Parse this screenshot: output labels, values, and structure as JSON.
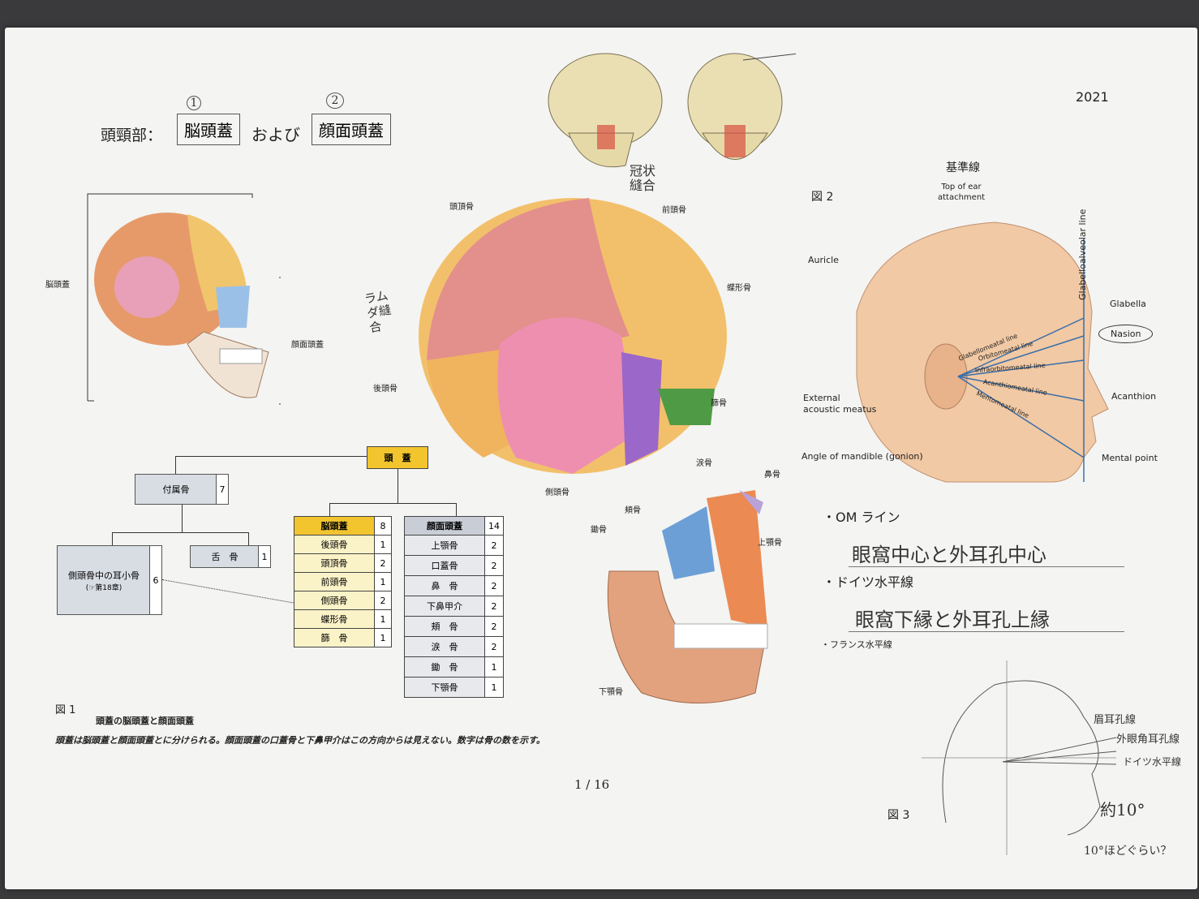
{
  "header": {
    "prefix": "頭頸部：",
    "box1": "脳頭蓋",
    "join": "および",
    "box2": "顔面頭蓋",
    "circle1": "1",
    "circle2": "2",
    "year": "2021"
  },
  "fig1": {
    "label_neuro": "脳頭蓋",
    "label_facial": "顔面頭蓋",
    "bones": {
      "parietal": "頭頂骨",
      "frontal": "前頭骨",
      "sphenoid": "蝶形骨",
      "occipital": "後頭骨",
      "ethmoid": "篩骨",
      "temporal": "側頭骨",
      "lacrimal": "涙骨",
      "nasal": "鼻骨",
      "zygomatic": "頬骨",
      "maxilla": "上顎骨",
      "mandible": "下顎骨",
      "hyoid_label": "鋤骨"
    },
    "hand_notes": {
      "coronal": "冠状縫合",
      "lambdoid": "ラムダ縫合"
    },
    "caption_num": "図 1",
    "caption_title": "頭蓋の脳頭蓋と顔面頭蓋",
    "caption_text": "頭蓋は脳頭蓋と顔面頭蓋とに分けられる。顔面頭蓋の口蓋骨と下鼻甲介はこの方向からは見えない。数字は骨の数を示す。"
  },
  "tree": {
    "root": "頭　蓋",
    "accessory": {
      "label": "付属骨",
      "count": "7"
    },
    "ossicles": {
      "label": "側頭骨中の耳小骨",
      "sub": "(☞第18章)",
      "count": "6"
    },
    "hyoid": {
      "label": "舌　骨",
      "count": "1"
    },
    "neuro": {
      "header": "脳頭蓋",
      "count": "8",
      "rows": [
        {
          "name": "後頭骨",
          "n": "1"
        },
        {
          "name": "頭頂骨",
          "n": "2"
        },
        {
          "name": "前頭骨",
          "n": "1"
        },
        {
          "name": "側頭骨",
          "n": "2"
        },
        {
          "name": "蝶形骨",
          "n": "1"
        },
        {
          "name": "篩　骨",
          "n": "1"
        }
      ]
    },
    "facial": {
      "header": "顔面頭蓋",
      "count": "14",
      "rows": [
        {
          "name": "上顎骨",
          "n": "2"
        },
        {
          "name": "口蓋骨",
          "n": "2"
        },
        {
          "name": "鼻　骨",
          "n": "2"
        },
        {
          "name": "下鼻甲介",
          "n": "2"
        },
        {
          "name": "頬　骨",
          "n": "2"
        },
        {
          "name": "涙　骨",
          "n": "2"
        },
        {
          "name": "鋤　骨",
          "n": "1"
        },
        {
          "name": "下顎骨",
          "n": "1"
        }
      ]
    }
  },
  "fig2": {
    "num": "図 2",
    "title": "基準線",
    "labels": {
      "top_ear": "Top of ear\nattachment",
      "auricle": "Auricle",
      "glabelloalveolar": "Glabelloalveolar line",
      "glabella": "Glabella",
      "nasion": "Nasion",
      "acanthion": "Acanthion",
      "ext_meatus": "External\nacoustic meatus",
      "gonion": "Angle of mandible (gonion)",
      "mental": "Mental point",
      "l1": "Glabellomeatal line",
      "l2": "Orbitomeatal line",
      "l3": "Infraorbitomeatal line",
      "l4": "Acanthiomeatal line",
      "l5": "Mentomeatal line"
    }
  },
  "notes": {
    "om": "・OM ライン",
    "om_hand": "眼窩中心と外耳孔中心",
    "german": "・ドイツ水平線",
    "german_hand": "眼窩下縁と外耳孔上縁",
    "french": "・フランス水平線"
  },
  "fig3": {
    "num": "図 3",
    "n1": "眉耳孔線",
    "n2": "外眼角耳孔線",
    "n3": "ドイツ水平線",
    "angle": "約10°",
    "bottom": "10°ほどぐらい？"
  },
  "page": "1 / 16"
}
